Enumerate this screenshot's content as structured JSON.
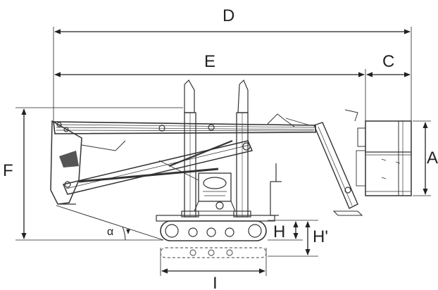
{
  "colors": {
    "line": "#333333",
    "dim": "#222222",
    "background": "#ffffff"
  },
  "dimension_labels": {
    "D": "D",
    "E": "E",
    "C": "C",
    "A": "A",
    "F": "F",
    "H": "H",
    "H_prime": "H'",
    "I": "I",
    "alpha": "α"
  }
}
